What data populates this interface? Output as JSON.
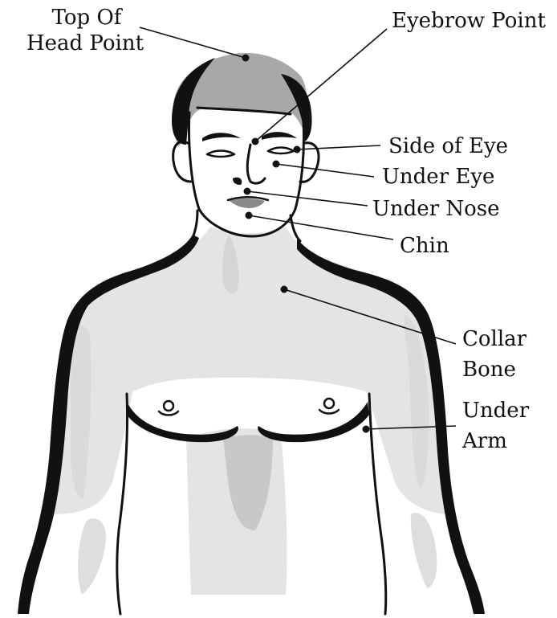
{
  "labels": {
    "top_of_head_line1": "Top Of",
    "top_of_head_line2": "Head Point",
    "eyebrow_point": "Eyebrow Point",
    "side_of_eye": "Side of Eye",
    "under_eye": "Under Eye",
    "under_nose": "Under Nose",
    "chin": "Chin",
    "collar_bone_line1": "Collar",
    "collar_bone_line2": "Bone",
    "under_arm_line1": "Under",
    "under_arm_line2": "Arm"
  },
  "colors": {
    "ink": "#111111",
    "hair": "#a8a8a8",
    "lips": "#8a8a8a",
    "shading": "#e4e4e4",
    "background": "#ffffff"
  }
}
